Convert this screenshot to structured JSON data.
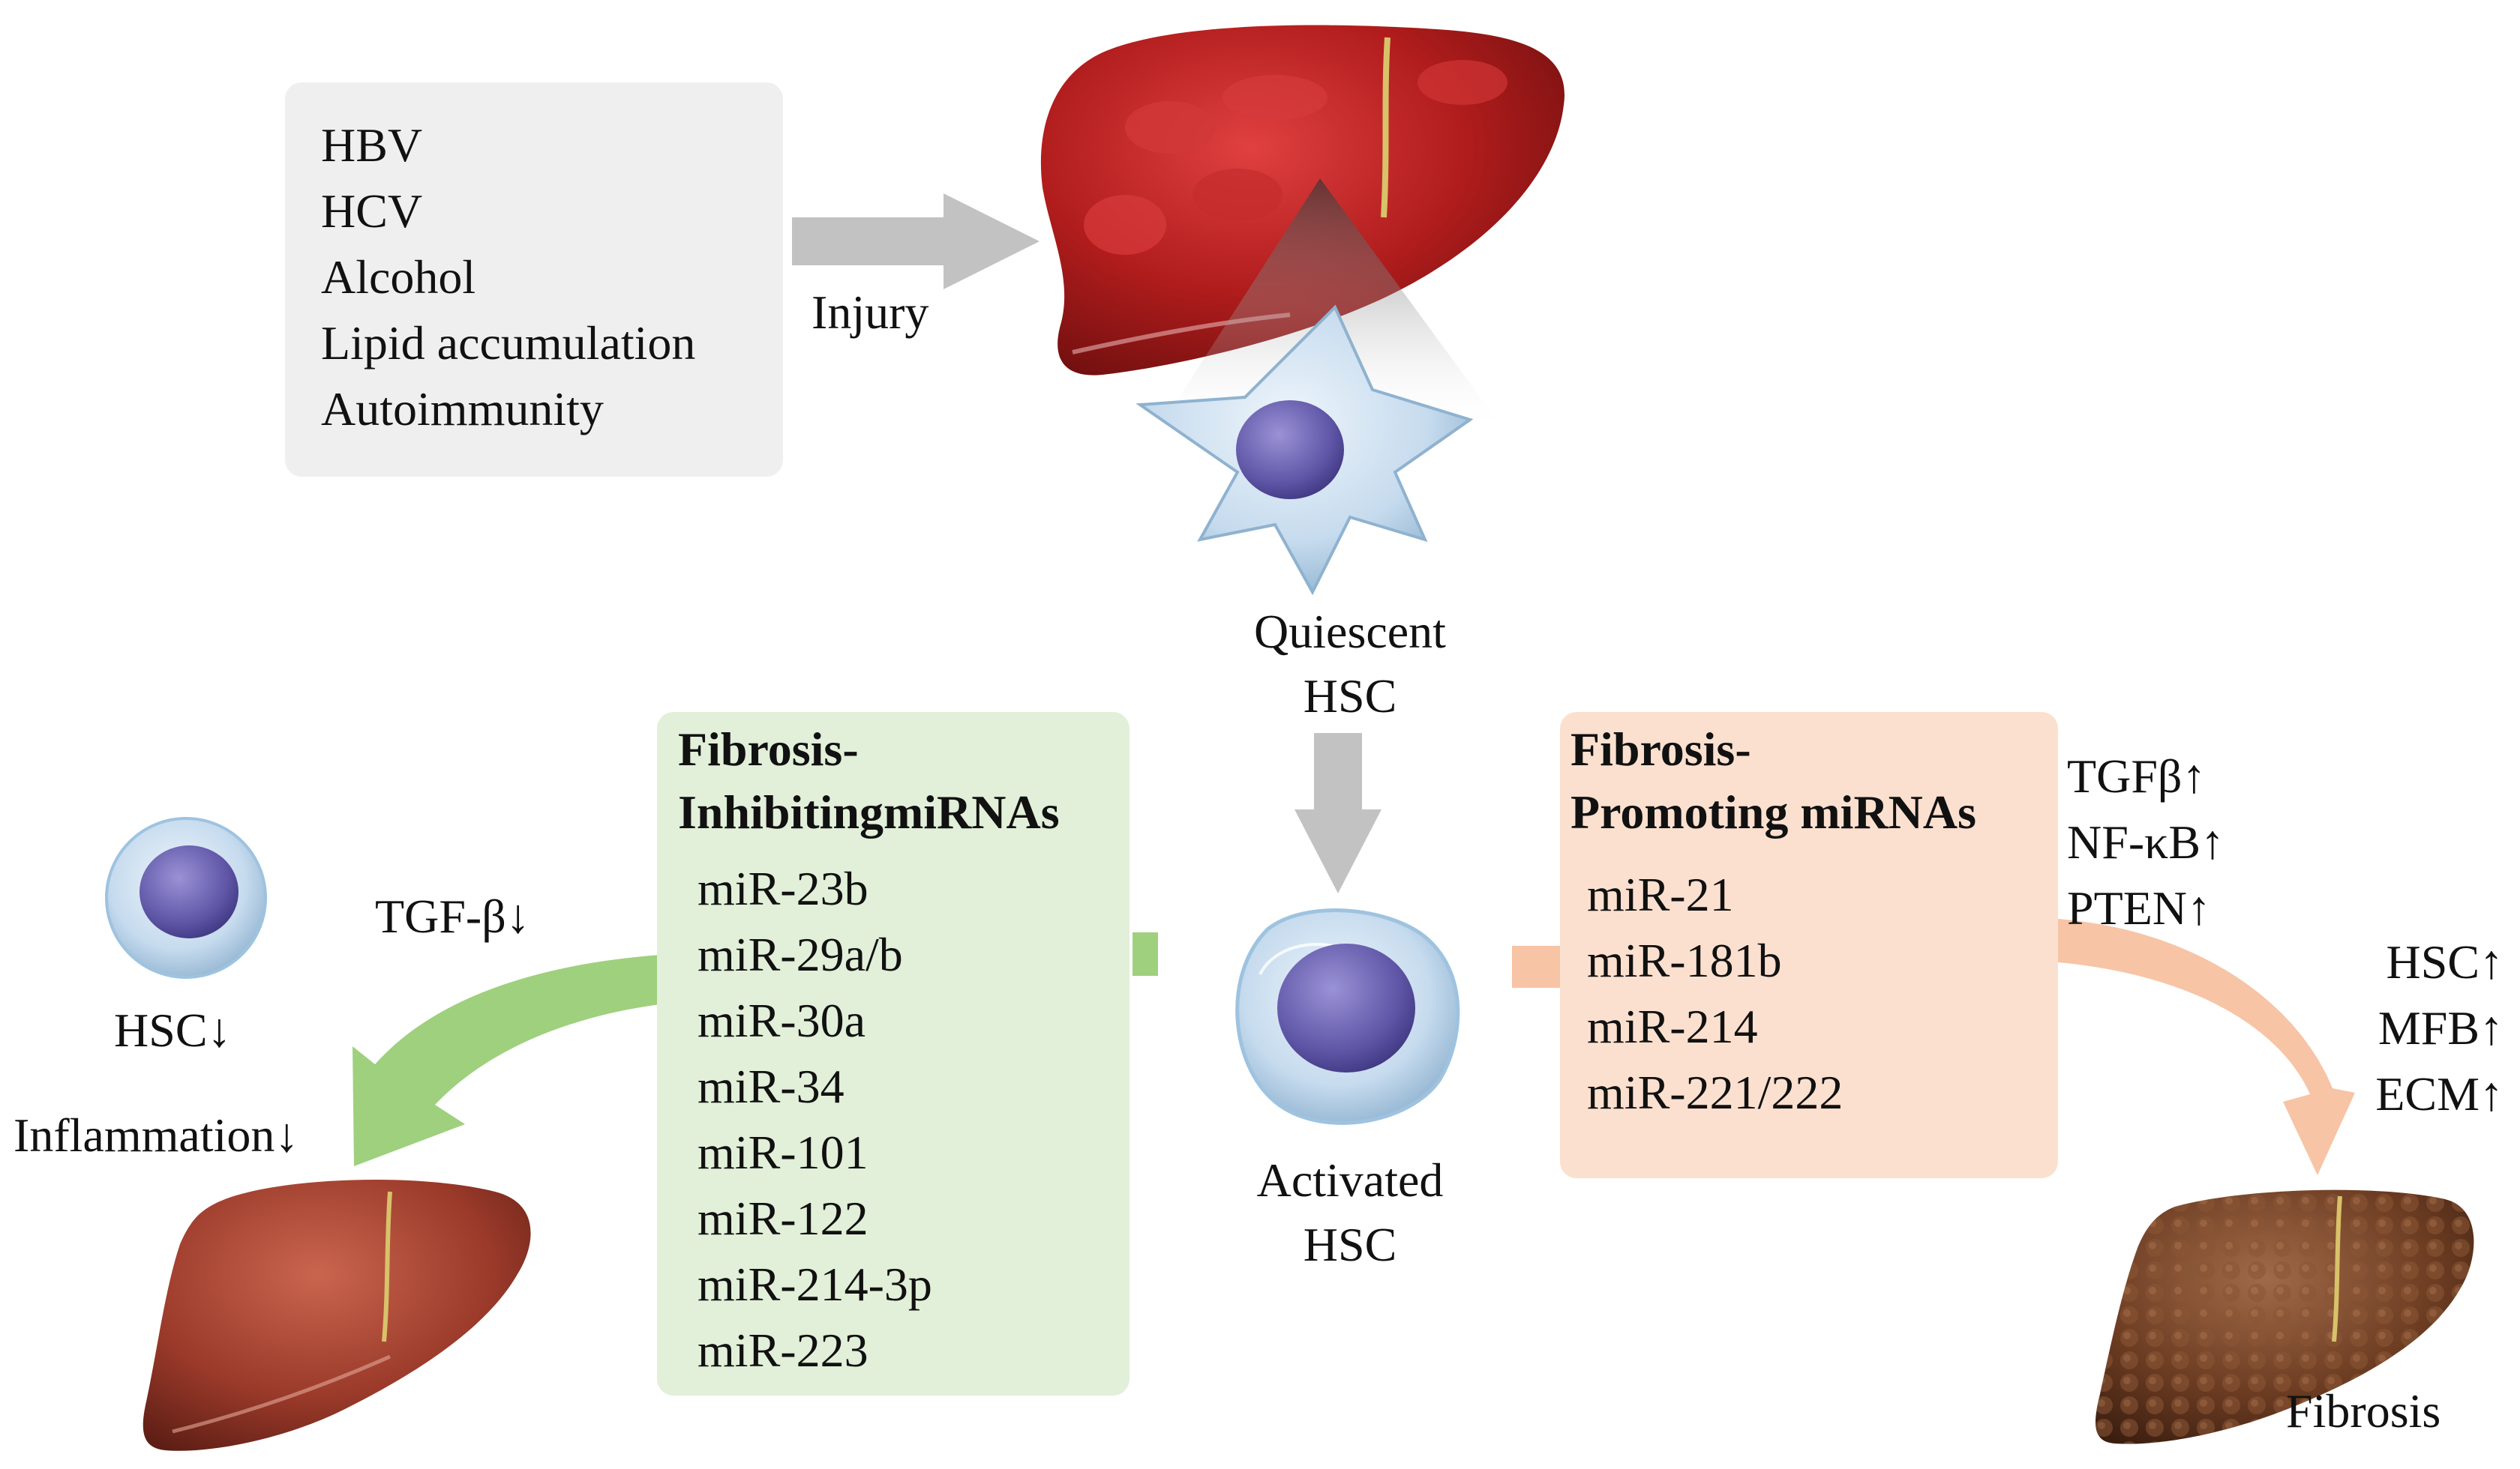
{
  "causes": {
    "items": [
      "HBV",
      "HCV",
      "Alcohol",
      "Lipid accumulation",
      "Autoimmunity"
    ]
  },
  "injury_label": "Injury",
  "quiescent_label": [
    "Quiescent",
    "HSC"
  ],
  "activated_label": [
    "Activated",
    "HSC"
  ],
  "inhibiting": {
    "title": [
      "Fibrosis-",
      "InhibitingmiRNAs"
    ],
    "items": [
      "miR-23b",
      "miR-29a/b",
      "miR-30a",
      "miR-34",
      "miR-101",
      "miR-122",
      "miR-214-3p",
      "miR-223"
    ],
    "effect": "TGF-β↓",
    "outcomes": [
      "HSC↓",
      "Inflammation↓"
    ]
  },
  "promoting": {
    "title": [
      "Fibrosis-",
      "Promoting miRNAs"
    ],
    "items": [
      "miR-21",
      "miR-181b",
      "miR-214",
      "miR-221/222"
    ],
    "effects": [
      "TGFβ↑",
      "NF-κB↑",
      "PTEN↑"
    ],
    "outcomes": [
      "HSC↑",
      "MFB↑",
      "ECM↑"
    ],
    "result": "Fibrosis"
  },
  "colors": {
    "gray_box": "#efefef",
    "green_box": "#e2efd9",
    "orange_box": "#fbe0cf",
    "green_arrow": "#9fd07e",
    "orange_arrow": "#f7c4a6",
    "gray_arrow": "#c0c0c0",
    "damaged_liver": "#b81e1e",
    "healthy_liver": "#9c3a2c",
    "fibrotic_liver": "#6b3a22",
    "hsc_cell": "#c9dced",
    "nucleus": "#6f66b3"
  }
}
